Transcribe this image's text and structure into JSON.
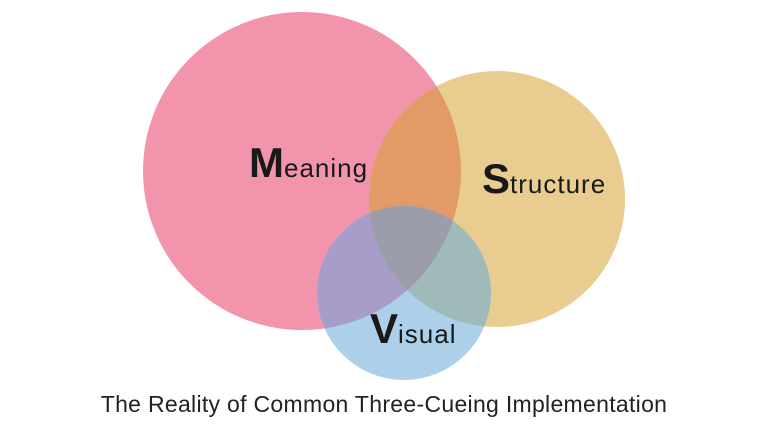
{
  "diagram": {
    "type": "venn",
    "circles": [
      {
        "name": "Meaning",
        "label_initial": "M",
        "label_rest": "eaning",
        "color": "#F295AC"
      },
      {
        "name": "Structure",
        "label_initial": "S",
        "label_rest": "tructure",
        "color": "#E9CD90"
      },
      {
        "name": "Visual",
        "label_initial": "V",
        "label_rest": "isual",
        "color": "#ACCFEA"
      }
    ],
    "overlaps": {
      "meaning_structure": "#E29A67",
      "meaning_visual": "#A79DC8",
      "structure_visual": "#A0B9B9",
      "all_three": "#9B9EAA"
    }
  },
  "caption": "The Reality of Common Three-Cueing Implementation",
  "colors": {
    "background": "#FFFFFF",
    "label_text": "#191919",
    "caption_text": "#222222"
  }
}
